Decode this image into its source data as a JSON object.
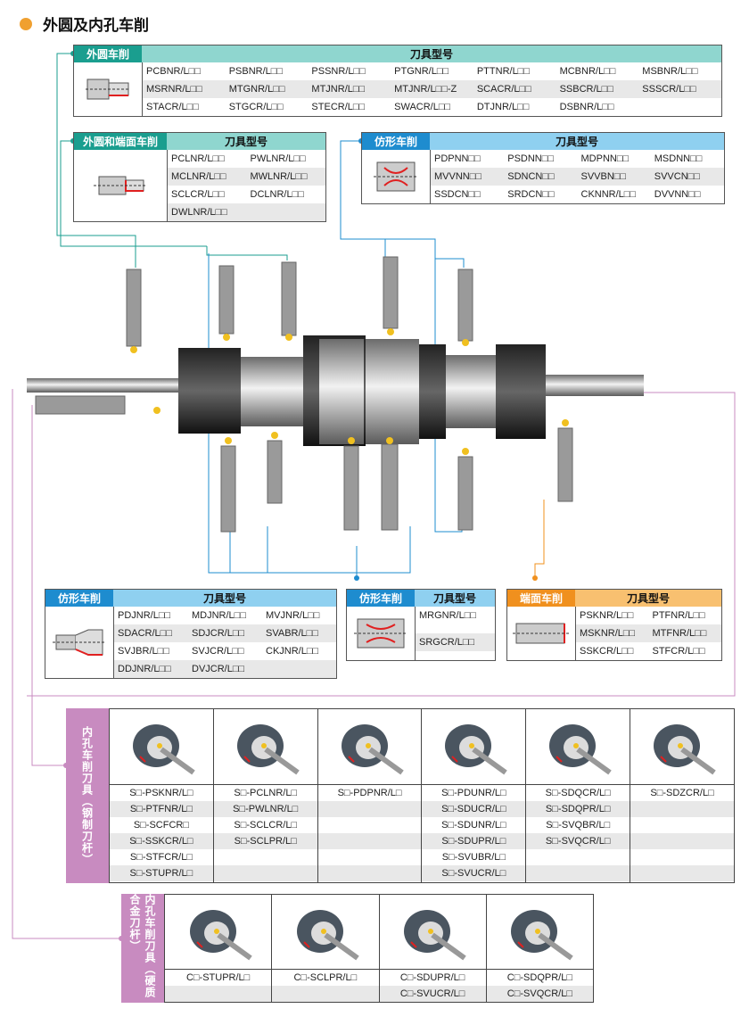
{
  "title": "外圆及内孔车削",
  "header_label": "刀具型号",
  "tables": {
    "outer": {
      "tag": "外圆车削",
      "rows": [
        [
          "PCBNR/L□□",
          "PSBNR/L□□",
          "PSSNR/L□□",
          "PTGNR/L□□",
          "PTTNR/L□□",
          "MCBNR/L□□",
          "MSBNR/L□□"
        ],
        [
          "MSRNR/L□□",
          "MTGNR/L□□",
          "MTJNR/L□□",
          "MTJNR/L□□-Z",
          "SCACR/L□□",
          "SSBCR/L□□",
          "SSSCR/L□□"
        ],
        [
          "STACR/L□□",
          "STGCR/L□□",
          "STECR/L□□",
          "SWACR/L□□",
          "DTJNR/L□□",
          "DSBNR/L□□",
          ""
        ]
      ]
    },
    "outer_face": {
      "tag": "外圆和端面车削",
      "rows": [
        [
          "PCLNR/L□□",
          "PWLNR/L□□"
        ],
        [
          "MCLNR/L□□",
          "MWLNR/L□□"
        ],
        [
          "SCLCR/L□□",
          "DCLNR/L□□"
        ],
        [
          "DWLNR/L□□",
          ""
        ]
      ]
    },
    "profile_top": {
      "tag": "仿形车削",
      "rows": [
        [
          "PDPNN□□",
          "PSDNN□□",
          "MDPNN□□",
          "MSDNN□□"
        ],
        [
          "MVVNN□□",
          "SDNCN□□",
          "SVVBN□□",
          "SVVCN□□"
        ],
        [
          "SSDCN□□",
          "SRDCN□□",
          "CKNNR/L□□",
          "DVVNN□□"
        ]
      ]
    },
    "profile_left": {
      "tag": "仿形车削",
      "rows": [
        [
          "PDJNR/L□□",
          "MDJNR/L□□",
          "MVJNR/L□□"
        ],
        [
          "SDACR/L□□",
          "SDJCR/L□□",
          "SVABR/L□□"
        ],
        [
          "SVJBR/L□□",
          "SVJCR/L□□",
          "CKJNR/L□□"
        ],
        [
          "DDJNR/L□□",
          "DVJCR/L□□",
          ""
        ]
      ]
    },
    "profile_mid": {
      "tag": "仿形车削",
      "rows": [
        [
          "MRGNR/L□□"
        ],
        [
          "SRGCR/L□□"
        ]
      ]
    },
    "face": {
      "tag": "端面车削",
      "rows": [
        [
          "PSKNR/L□□",
          "PTFNR/L□□"
        ],
        [
          "MSKNR/L□□",
          "MTFNR/L□□"
        ],
        [
          "SSKCR/L□□",
          "STFCR/L□□"
        ]
      ]
    }
  },
  "steel_bar": {
    "label": "内孔车削刀具（钢制刀杆）",
    "columns": [
      [
        "S□-PSKNR/L□",
        "S□-PTFNR/L□",
        "S□-SCFCR□",
        "S□-SSKCR/L□",
        "S□-STFCR/L□",
        "S□-STUPR/L□"
      ],
      [
        "S□-PCLNR/L□",
        "S□-PWLNR/L□",
        "S□-SCLCR/L□",
        "S□-SCLPR/L□"
      ],
      [
        "S□-PDPNR/L□"
      ],
      [
        "S□-PDUNR/L□",
        "S□-SDUCR/L□",
        "S□-SDUNR/L□",
        "S□-SDUPR/L□",
        "S□-SVUBR/L□",
        "S□-SVUCR/L□"
      ],
      [
        "S□-SDQCR/L□",
        "S□-SDQPR/L□",
        "S□-SVQBR/L□",
        "S□-SVQCR/L□"
      ],
      [
        "S□-SDZCR/L□"
      ]
    ]
  },
  "carbide_bar": {
    "label": "内孔车削刀具（硬质合金刀杆）",
    "columns": [
      [
        "C□-STUPR/L□"
      ],
      [
        "C□-SCLPR/L□"
      ],
      [
        "C□-SDUPR/L□",
        "C□-SVUCR/L□"
      ],
      [
        "C□-SDQPR/L□",
        "C□-SVQCR/L□"
      ]
    ]
  },
  "colors": {
    "teal": "#1a9e8f",
    "teal_light": "#8fd6cf",
    "blue": "#1e8ccf",
    "blue_light": "#8fd0f0",
    "orange": "#f0901e",
    "orange_light": "#f8c070",
    "purple": "#c88bc0"
  }
}
